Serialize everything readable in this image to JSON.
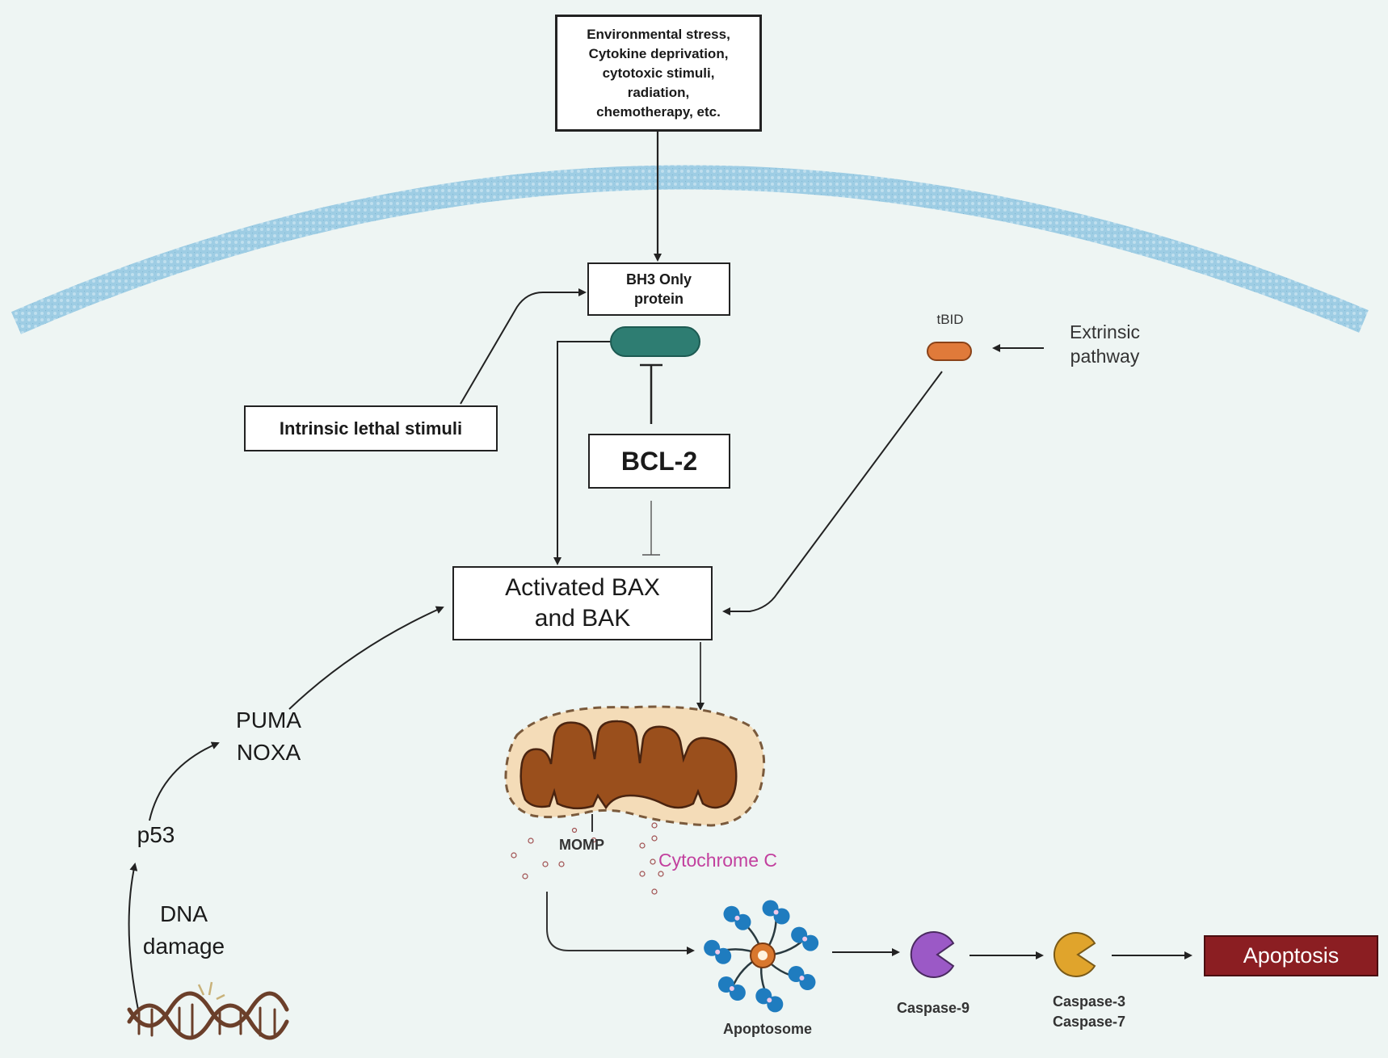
{
  "diagram": {
    "title": "Intrinsic apoptosis pathway",
    "colors": {
      "background": "#eef5f3",
      "membrane": "#9fcfe6",
      "bh3_pill": "#2e7d72",
      "tbid_pill": "#e07a3a",
      "mito_outer": "#f4dcb8",
      "mito_inner": "#9a4f1c",
      "cytochrome_text": "#c2409e",
      "apoptosome_blue": "#1f7cbf",
      "caspase9": "#9b59c6",
      "caspase37": "#e0a42c",
      "apoptosis_box": "#8b1e22",
      "dna": "#6b3f2a"
    },
    "nodes": {
      "stress_box": {
        "lines": [
          "Environmental stress,",
          "Cytokine deprivation,",
          "cytotoxic stimuli,",
          "radiation,",
          "chemotherapy, etc."
        ]
      },
      "bh3_box": {
        "lines": [
          "BH3 Only",
          "protein"
        ]
      },
      "intrinsic_box": {
        "label": "Intrinsic lethal stimuli"
      },
      "bcl2_box": {
        "label": "BCL-2"
      },
      "bax_box": {
        "lines": [
          "Activated BAX",
          "and BAK"
        ]
      },
      "tbid": {
        "label": "tBID"
      },
      "extrinsic": {
        "lines": [
          "Extrinsic",
          "pathway"
        ]
      },
      "puma_noxa": {
        "lines": [
          "PUMA",
          "NOXA"
        ]
      },
      "p53": {
        "label": "p53"
      },
      "dna_damage": {
        "lines": [
          "DNA",
          "damage"
        ]
      },
      "momp": {
        "label": "MOMP"
      },
      "cytochrome": {
        "label": "Cytochrome C"
      },
      "apoptosome": {
        "label": "Apoptosome"
      },
      "caspase9": {
        "label": "Caspase-9"
      },
      "caspase37": {
        "lines": [
          "Caspase-3",
          "Caspase-7"
        ]
      },
      "apoptosis": {
        "label": "Apoptosis"
      }
    },
    "edges": [
      {
        "from": "stress_box",
        "to": "bh3_box",
        "type": "activation"
      },
      {
        "from": "intrinsic_box",
        "to": "bh3_box",
        "type": "activation"
      },
      {
        "from": "bh3_pill",
        "to": "bax_box",
        "type": "activation"
      },
      {
        "from": "bcl2_box",
        "to": "bh3_pill",
        "type": "inhibition"
      },
      {
        "from": "bcl2_box",
        "to": "bax_box",
        "type": "inhibition"
      },
      {
        "from": "extrinsic",
        "to": "tbid",
        "type": "activation"
      },
      {
        "from": "tbid",
        "to": "bax_box",
        "type": "activation"
      },
      {
        "from": "dna_damage",
        "to": "p53",
        "type": "activation"
      },
      {
        "from": "p53",
        "to": "puma_noxa",
        "type": "activation"
      },
      {
        "from": "puma_noxa",
        "to": "bax_box",
        "type": "activation"
      },
      {
        "from": "bax_box",
        "to": "mitochondrion",
        "type": "activation"
      },
      {
        "from": "cytochrome",
        "to": "apoptosome",
        "type": "activation"
      },
      {
        "from": "apoptosome",
        "to": "caspase9",
        "type": "activation"
      },
      {
        "from": "caspase9",
        "to": "caspase37",
        "type": "activation"
      },
      {
        "from": "caspase37",
        "to": "apoptosis",
        "type": "activation"
      }
    ]
  }
}
